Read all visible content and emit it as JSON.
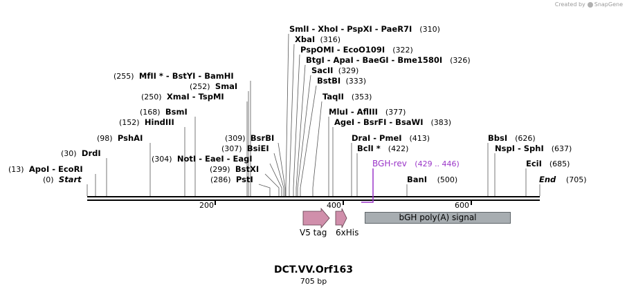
{
  "credit": {
    "text": "Created by",
    "brand": "SnapGene"
  },
  "map": {
    "name": "DCT.VV.Orf163",
    "length": "705 bp",
    "total_bp": 705,
    "ticks": [
      "200",
      "400",
      "600"
    ]
  },
  "site_labels": [
    {
      "pos": "(0)",
      "enz": "Start",
      "italic": true
    },
    {
      "pos": "(13)",
      "enz": "ApoI  - EcoRI"
    },
    {
      "pos": "(30)",
      "enz": "DrdI"
    },
    {
      "pos": "(98)",
      "enz": "PshAI"
    },
    {
      "pos": "(152)",
      "enz": "HindIII"
    },
    {
      "pos": "(168)",
      "enz": "BsmI"
    },
    {
      "pos": "(250)",
      "enz": "XmaI  - TspMI"
    },
    {
      "pos": "(252)",
      "enz": "SmaI"
    },
    {
      "pos": "(255)",
      "enz": "MfII *  - BstYI  - BamHI"
    },
    {
      "pos": "(304)",
      "enz": "NotI  - EaeI  - EagI"
    },
    {
      "pos": "(309)",
      "enz": "BsrBI"
    },
    {
      "pos": "(307)",
      "enz": "BsiEI"
    },
    {
      "pos": "(299)",
      "enz": "BstXI"
    },
    {
      "pos": "(286)",
      "enz": "PstI"
    },
    {
      "pos": "(310)",
      "enz": "SmlI  - XhoI  - PspXI  - PaeR7I"
    },
    {
      "pos": "(316)",
      "enz": "XbaI"
    },
    {
      "pos": "(322)",
      "enz": "PspOMI  - EcoO109I"
    },
    {
      "pos": "(326)",
      "enz": "BtgI  - ApaI  - BaeGI  - Bme1580I"
    },
    {
      "pos": "(329)",
      "enz": "SacII"
    },
    {
      "pos": "(333)",
      "enz": "BstBI"
    },
    {
      "pos": "(353)",
      "enz": "TaqII"
    },
    {
      "pos": "(377)",
      "enz": "MluI  - AflIII"
    },
    {
      "pos": "(383)",
      "enz": "AgeI  - BsrFI  - BsaWI"
    },
    {
      "pos": "(413)",
      "enz": "DraI  - PmeI"
    },
    {
      "pos": "(422)",
      "enz": "BclI *"
    },
    {
      "pos": "(500)",
      "enz": "BanI"
    },
    {
      "pos": "(626)",
      "enz": "BbsI"
    },
    {
      "pos": "(637)",
      "enz": "NspI  - SphI"
    },
    {
      "pos": "(685)",
      "enz": "EciI"
    },
    {
      "pos": "(705)",
      "enz": "End",
      "italic": true
    }
  ],
  "primer": {
    "name": "BGH-rev",
    "range": "(429 .. 446)",
    "color": "#9a35c8"
  },
  "features": [
    {
      "name": "V5 tag",
      "color": "#d08fab"
    },
    {
      "name": "6xHis",
      "color": "#d08fab"
    },
    {
      "name": "bGH poly(A) signal",
      "color": "#a7adb1"
    }
  ]
}
